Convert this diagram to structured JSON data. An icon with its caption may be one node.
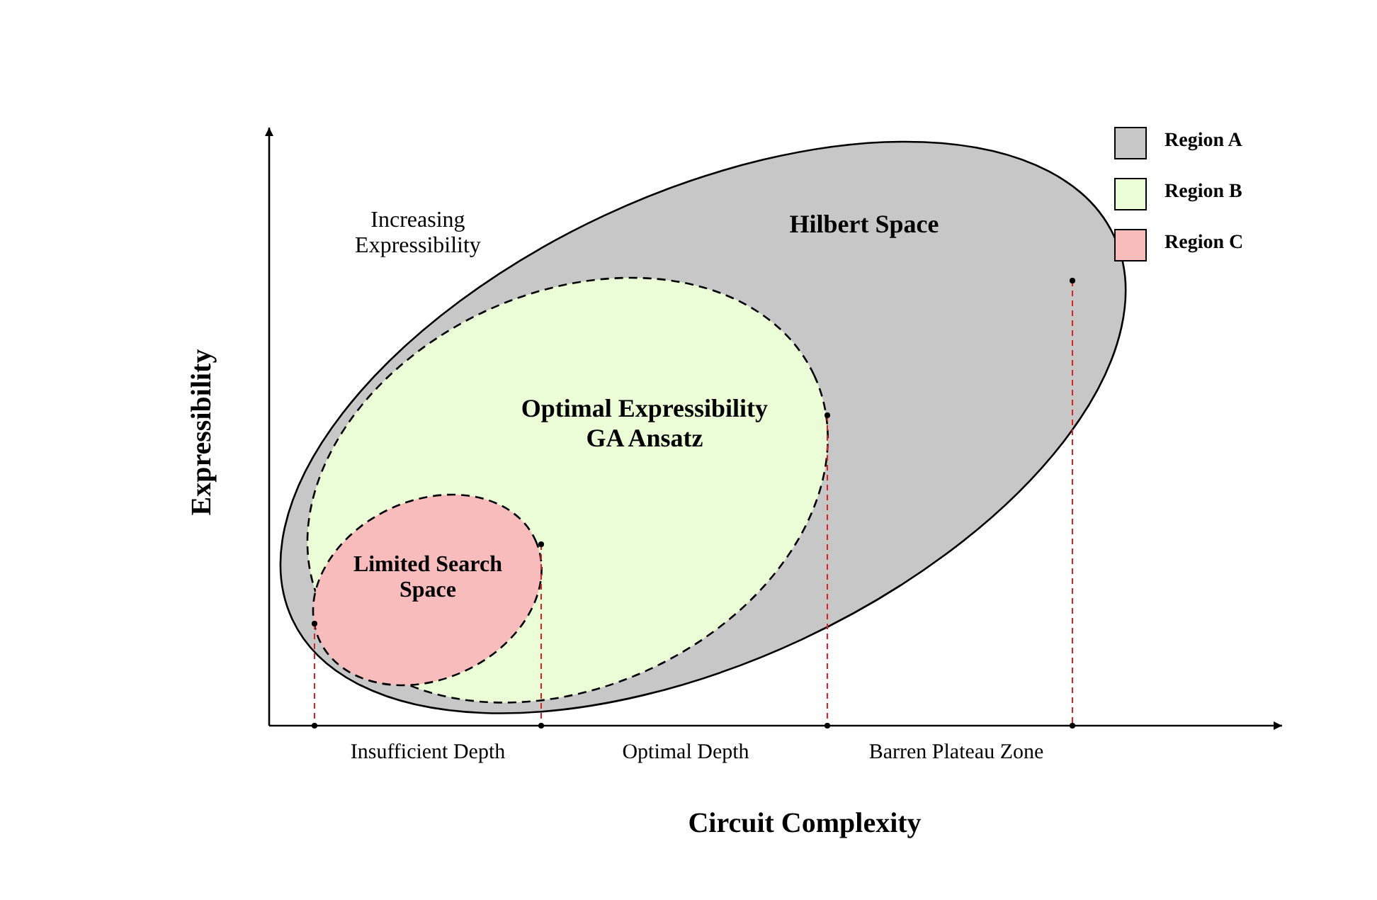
{
  "diagram": {
    "nodes": [
      {
        "text": [
          "Hilbert Space"
        ]
      },
      {
        "text": [
          "Optimal Expressibility GA Ansatz"
        ],
        "in": 0
      },
      {
        "text": [
          "Limited Search Space"
        ],
        "in": 1
      }
    ],
    "labels": [
      "Increasing Expressibility",
      "Expressibility",
      "Insufficient Depth",
      "Optimal Depth",
      "Barren Plateau Zone",
      "Circuit Complexity"
    ],
    "legend": [
      {
        "text": "Region A",
        "color": "#c8c7c7"
      },
      {
        "text": "Region B",
        "color": "#ebfdd6"
      },
      {
        "text": "Region C",
        "color": "#f8bcbc"
      }
    ]
  }
}
